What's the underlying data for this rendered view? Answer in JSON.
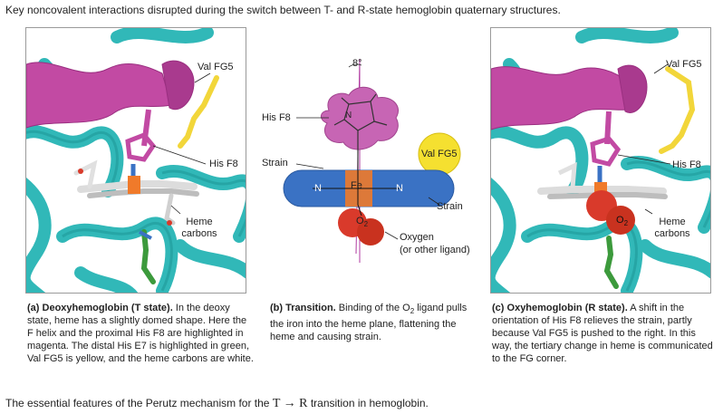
{
  "figure": {
    "top_caption": "Key noncovalent interactions disrupted during the switch between T- and R-state hemoglobin quaternary structures.",
    "bottom_caption_pre": "The essential features of the Perutz mechanism for the",
    "bottom_caption_math": "T → R",
    "bottom_caption_post": "transition in hemoglobin."
  },
  "panel_a": {
    "labels": {
      "val": "Val FG5",
      "his": "His F8",
      "heme": "Heme",
      "carbons": "carbons"
    },
    "caption_prefix": "(a)",
    "caption_title": "Deoxyhemoglobin (T state).",
    "caption_body": "In the deoxy state, heme has a slightly domed shape. Here the F helix and the proximal His F8 are highlighted in magenta. The distal His E7 is highlighted in green, Val FG5 is yellow, and the heme carbons are white."
  },
  "panel_b": {
    "labels": {
      "angle": "8°",
      "his": "His F8",
      "val": "Val FG5",
      "strain_left": "Strain",
      "strain_right": "Strain",
      "n": "N",
      "fe": "Fe",
      "n2": "N",
      "o2": "O",
      "o2_sub": "2",
      "oxygen": "Oxygen",
      "other": "(or other ligand)"
    },
    "caption_prefix": "(b)",
    "caption_title": "Transition.",
    "caption_body_1": "Binding of the O",
    "caption_sub": "2",
    "caption_body_2": " ligand pulls the iron into the heme plane, flattening the heme and causing strain."
  },
  "panel_c": {
    "labels": {
      "val": "Val FG5",
      "his": "His F8",
      "o2": "O",
      "o2_sub": "2",
      "heme": "Heme",
      "carbons": "carbons"
    },
    "caption_prefix": "(c)",
    "caption_title": "Oxyhemoglobin (R state).",
    "caption_body": "A shift in the orientation of His F8 relieves the strain, partly because Val FG5 is pushed to the right. In this way, the tertiary change in heme is communicated to the FG corner."
  },
  "colors": {
    "teal": "#27b5b5",
    "magenta": "#c24aa3",
    "yellow": "#f2d63a",
    "heme_blue": "#3a72c4",
    "orange": "#f07a2a",
    "oxygen_red": "#d93a2b",
    "green": "#3c9a3c"
  }
}
